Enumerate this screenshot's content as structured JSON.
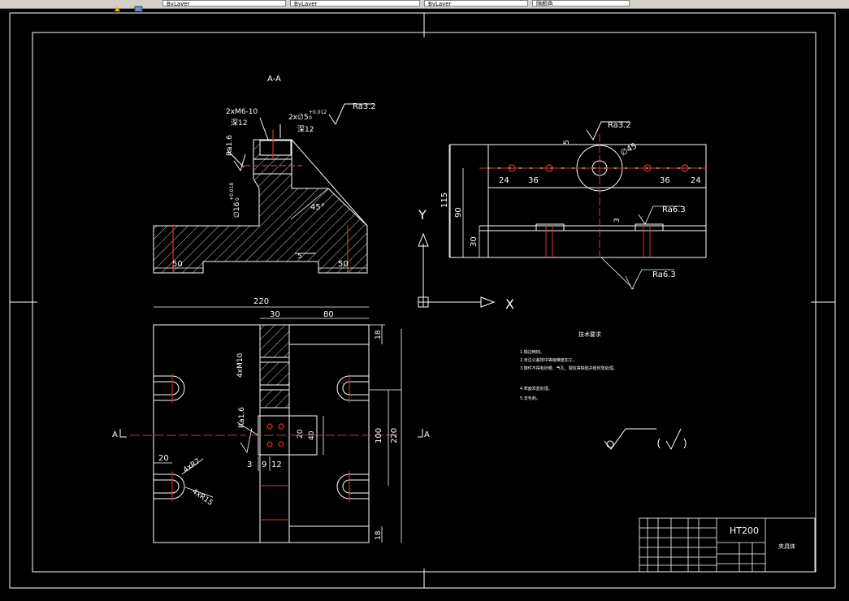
{
  "toolbar": {
    "fields": [
      "ByLayer",
      "ByLayer",
      "ByLayer",
      "随颜色"
    ]
  },
  "drawing": {
    "section_label": "A-A",
    "section_marker": "A",
    "thread_note": "2xM6-10",
    "thread_depth": "深12",
    "pin_note": "2x∅5",
    "pin_tol": "+0.012",
    "pin_tol_low": "0",
    "pin_depth": "深12",
    "ra_32_a": "Ra3.2",
    "ra_16_a": "Ra1.6",
    "dia16": "∅16",
    "dia16_tol": "+0.018",
    "dia16_tol_low": "0",
    "angle_45": "45°",
    "dim_50_left": "50",
    "dim_50_right": "50",
    "dim_5": "5",
    "ra_32_b": "Ra3.2",
    "dim_5_top": "5",
    "dia45": "∅45",
    "dim_24_l": "24",
    "dim_36_l": "36",
    "dim_36_r": "36",
    "dim_24_r": "24",
    "dim_115": "115",
    "dim_90": "90",
    "dim_30": "30",
    "dim_3": "3",
    "ra_63_a": "Ra6.3",
    "ra_63_b": "Ra6.3",
    "axis_y": "Y",
    "axis_x": "X",
    "dim_220_top": "220",
    "dim_30_top": "30",
    "dim_80_top": "80",
    "dim_18_top": "18",
    "dim_4xm10": "4xM10",
    "ra_16_b": "Ra1.6",
    "dim_20": "20",
    "dim_40": "40",
    "dim_100": "100",
    "dim_220_side": "220",
    "dim_3_b": "3",
    "dim_9": "9",
    "dim_12": "12",
    "dim_20_left": "20",
    "dim_4xr7": "4xR7",
    "dim_4xr15": "4xR15",
    "dim_18_bottom": "18",
    "notes_title": "技术要求",
    "notes": [
      "1.锐边倒钝。",
      "2.未注公差按中等级精度加工。",
      "3.铸件不得有砂眼、气孔、裂纹等缺陷并经时效处理。",
      "4.表面发蓝处理。",
      "5.去毛刺。"
    ],
    "roughness_mark": "(√)",
    "material": "HT200",
    "part_name": "夹具体"
  }
}
